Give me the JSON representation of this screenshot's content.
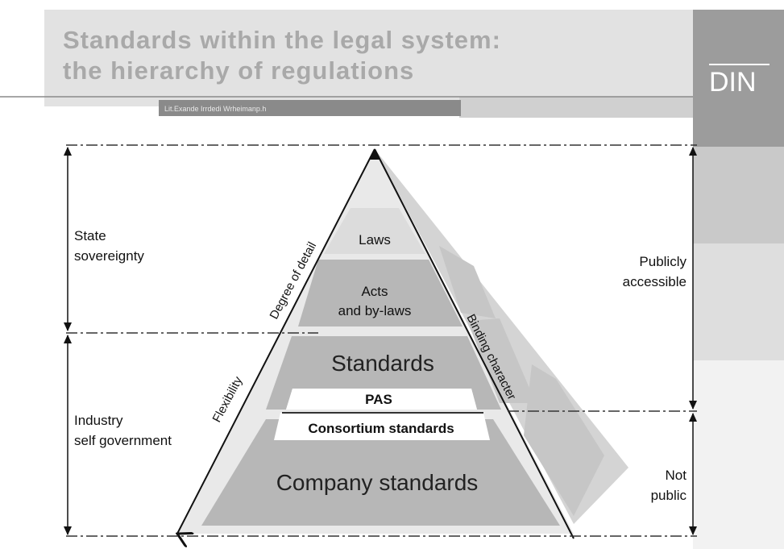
{
  "header": {
    "title_line1": "Standards within the legal system:",
    "title_line2": "the hierarchy of regulations",
    "subtitle": "Lit.Exande Irrdedi Wrheimanp.h",
    "logo_text": "DIN"
  },
  "left_brackets": {
    "state": {
      "line1": "State",
      "line2": "sovereignty"
    },
    "industry": {
      "line1": "Industry",
      "line2": "self government"
    }
  },
  "right_brackets": {
    "public": {
      "line1": "Publicly",
      "line2": "accessible"
    },
    "not_public": {
      "line1": "Not",
      "line2": "public"
    }
  },
  "pyramid": {
    "levels": {
      "laws": "Laws",
      "acts_line1": "Acts",
      "acts_line2": "and by-laws",
      "standards": "Standards",
      "pas": "PAS",
      "consortium": "Consortium standards",
      "company": "Company standards"
    },
    "edge_labels": {
      "degree_of_detail": "Degree of detail",
      "flexibility": "Flexibility",
      "binding_character": "Binding character"
    }
  },
  "colors": {
    "header_band": "#e2e2e2",
    "title_text": "#a9a9a9",
    "logo_band": "#9c9c9c",
    "pyramid_face": "#e9e9e9",
    "pyramid_side": "#d4d4d4",
    "level_block": "#b7b7b7",
    "side_block": "#c6c6c6",
    "line": "#111111"
  }
}
